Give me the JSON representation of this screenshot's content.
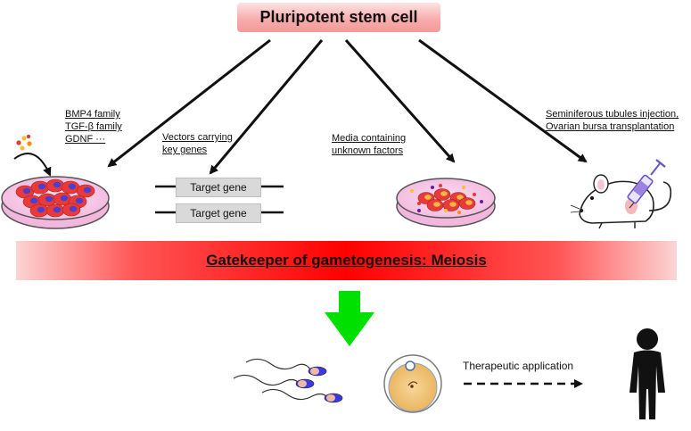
{
  "top_box": {
    "label": "Pluripotent stem cell"
  },
  "branches": {
    "growth_factors": {
      "lines": [
        "BMP4 family",
        "TGF-β family",
        "GDNF ···"
      ]
    },
    "vectors": {
      "lines": [
        "Vectors carrying",
        "key genes"
      ]
    },
    "media": {
      "lines": [
        "Media containing",
        "unknown factors"
      ]
    },
    "injection": {
      "lines": [
        "Seminiferous tubules injection,",
        "Ovarian bursa transplantation"
      ]
    }
  },
  "target_genes": [
    "Target gene",
    "Target gene"
  ],
  "banner": {
    "label": "Gatekeeper of gametogenesis: Meiosis"
  },
  "therapeutic": {
    "label": "Therapeutic application"
  },
  "colors": {
    "banner_red": "#ff0000",
    "arrow_green": "#00e000",
    "dish_pink": "#f7c6e6",
    "cell_red": "#e83a3a",
    "nucleus_blue": "#4a3fd0"
  }
}
